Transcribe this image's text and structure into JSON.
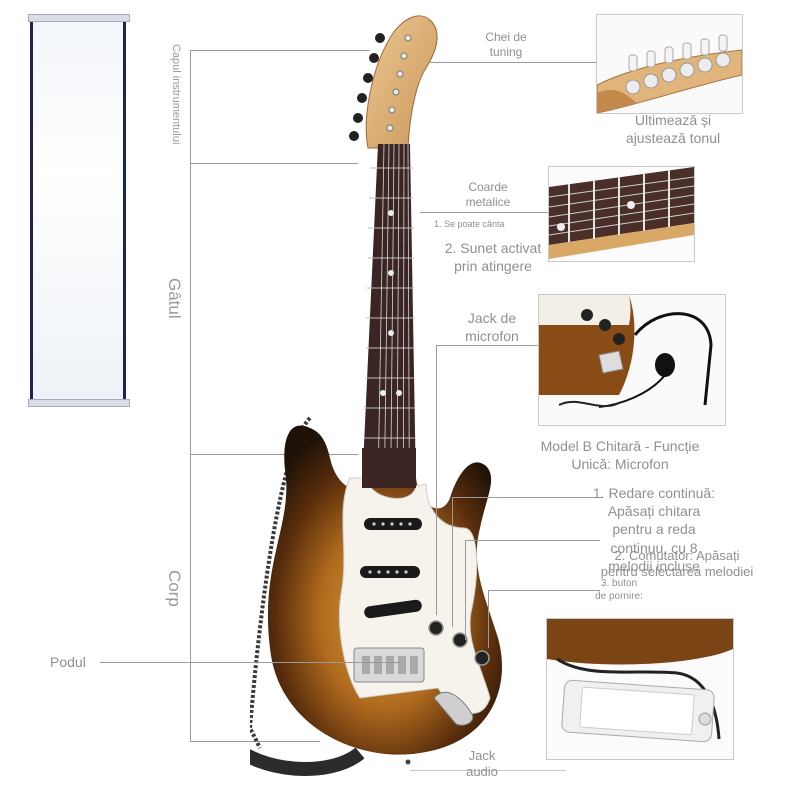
{
  "side_labels": {
    "head": "Capul instrumentului",
    "neck": "Gâtul",
    "body": "Corp"
  },
  "labels": {
    "tuning_pegs": [
      "Chei de",
      "tuning"
    ],
    "tune_caption": [
      "Ultimează și",
      "ajustează tonul"
    ],
    "metal_strings": [
      "Coarde",
      "metalice"
    ],
    "playable": "1. Se poate cânta",
    "touch_sound": [
      "2. Sunet activat",
      "prin atingere"
    ],
    "mic_jack": [
      "Jack de",
      "microfon"
    ],
    "model_b": [
      "Model B Chitară - Funcție",
      "Unică: Microfon"
    ],
    "continuous": [
      "1. Redare continuă:",
      "Apăsați chitara",
      "pentru a reda",
      "continuu, cu 8",
      "melodii incluse"
    ],
    "switch": [
      "2. Comutator: Apăsați",
      "pentru selectarea melodiei"
    ],
    "start_button": [
      "3. buton",
      "de pornire:"
    ],
    "bridge": "Podul",
    "audio_jack": [
      "Jack",
      "audio"
    ]
  },
  "colors": {
    "panel_border": "#1c2450",
    "leader_line": "#9a9a9a",
    "label_text": "#8a8a8a",
    "sunburst_dark": "#1e1208",
    "sunburst_mid": "#7a4414",
    "sunburst_light": "#d0902e",
    "headstock_wood": "#e1b87a",
    "fretboard": "#3a2522"
  },
  "icons": [
    "guitar-illustration",
    "tuning-pegs-photo",
    "fretboard-photo",
    "microphone-photo",
    "phone-cable-photo"
  ]
}
